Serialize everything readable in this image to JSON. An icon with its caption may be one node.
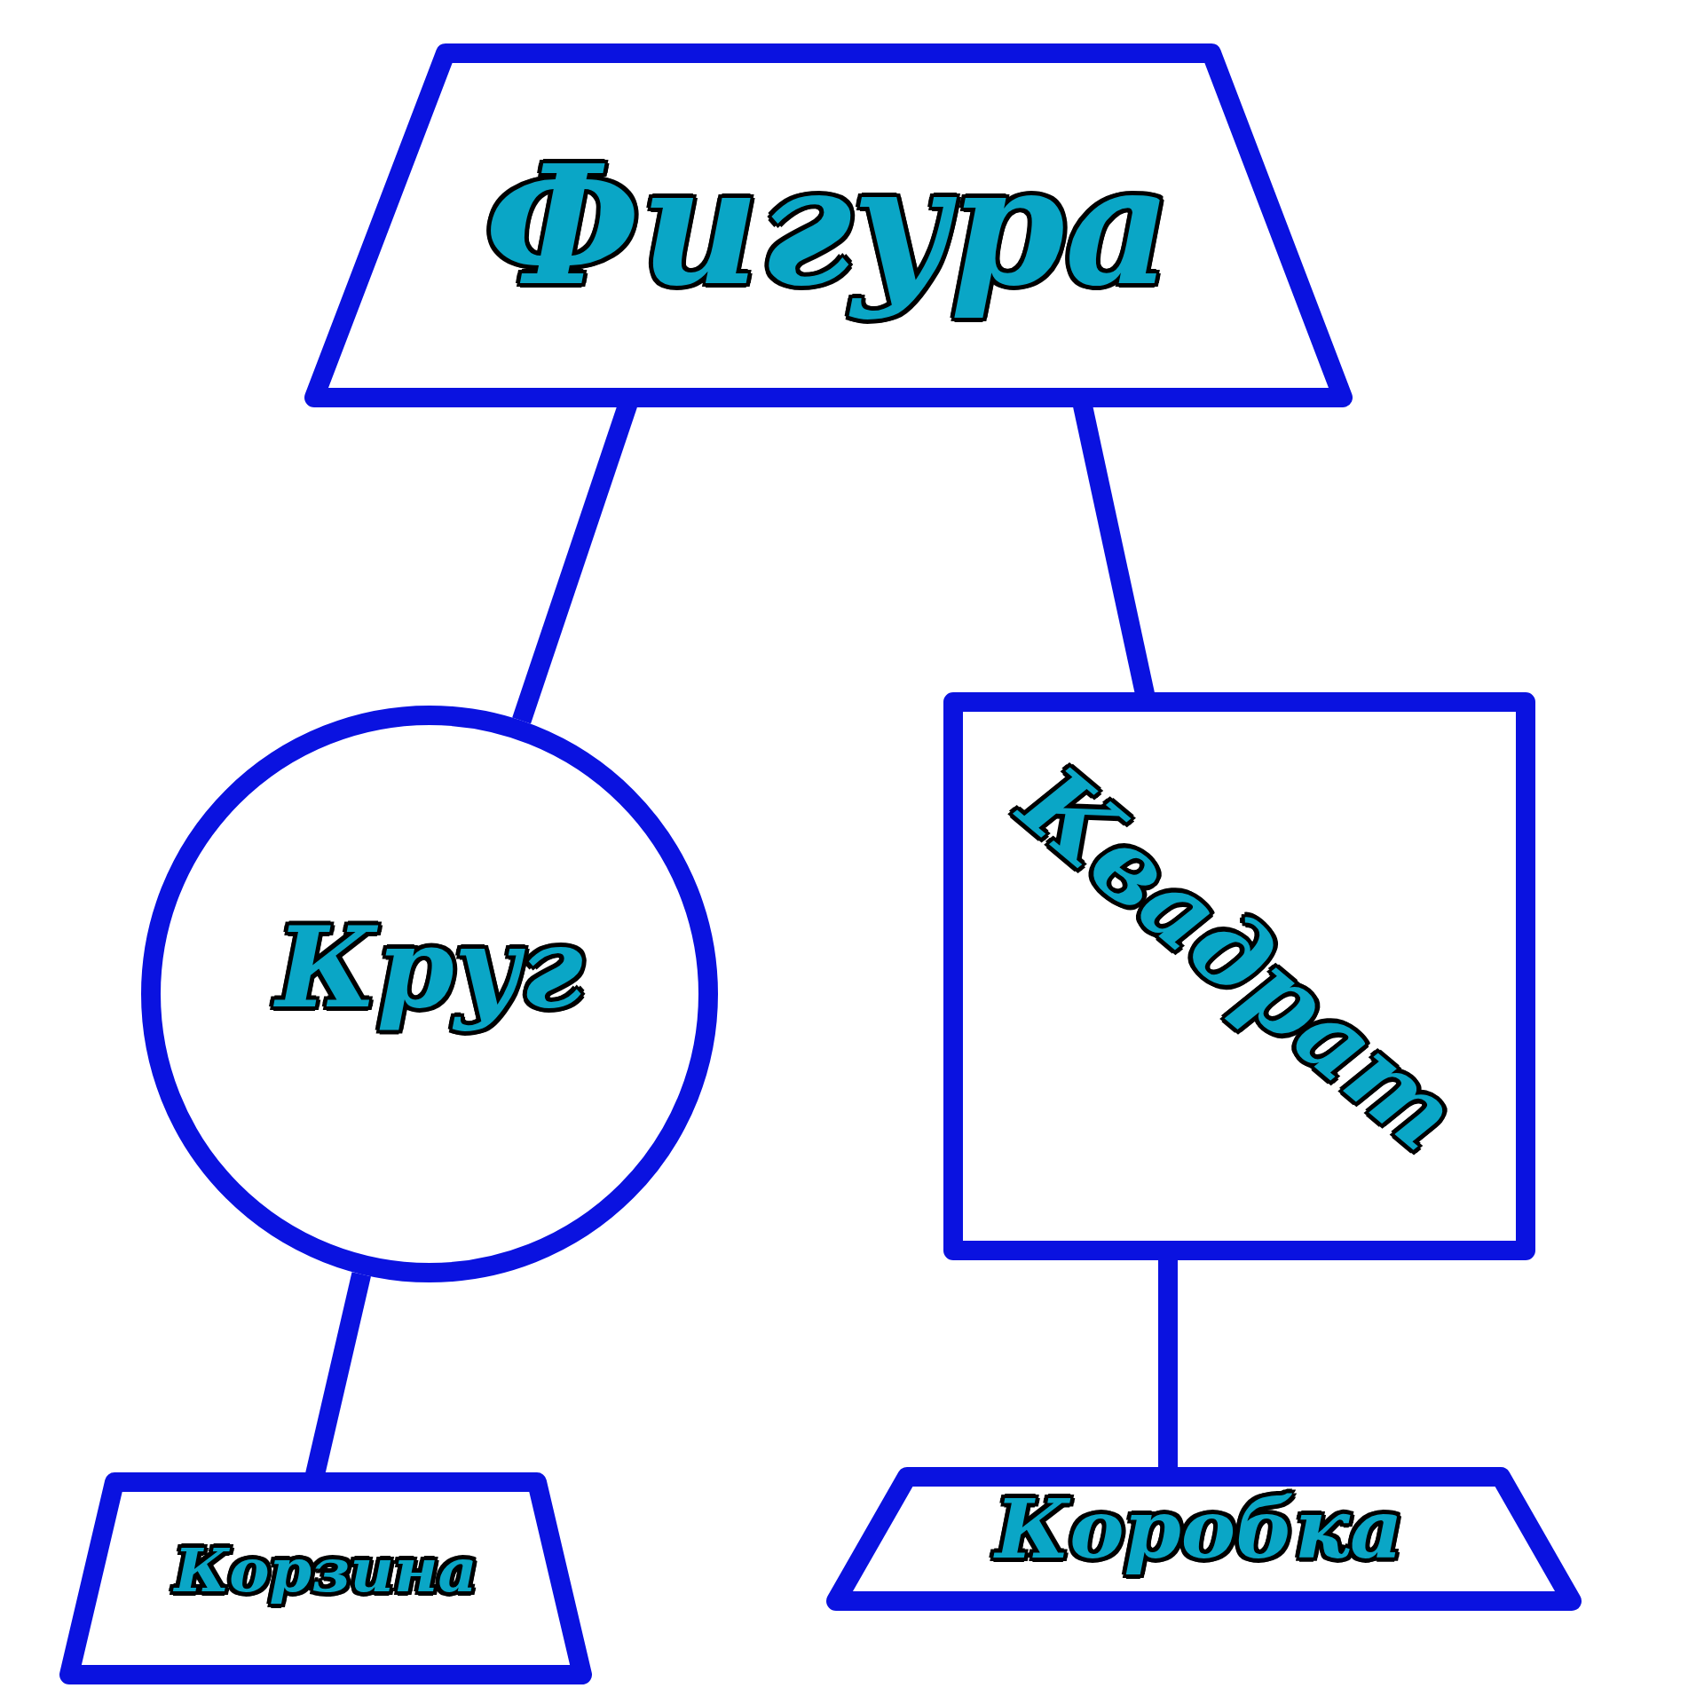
{
  "diagram": {
    "nodes": [
      {
        "text": [
          "Фигура"
        ]
      },
      {
        "text": [
          "Круг"
        ]
      },
      {
        "text": [
          "Квадрат"
        ]
      },
      {
        "text": [
          "Корзина"
        ]
      },
      {
        "text": [
          "Коробка"
        ]
      }
    ],
    "edges": [
      {
        "from": 0,
        "to": 1,
        "arrow": "none"
      },
      {
        "from": 0,
        "to": 2,
        "arrow": "none"
      },
      {
        "from": 1,
        "to": 3,
        "arrow": "none"
      },
      {
        "from": 2,
        "to": 4,
        "arrow": "none"
      }
    ]
  }
}
